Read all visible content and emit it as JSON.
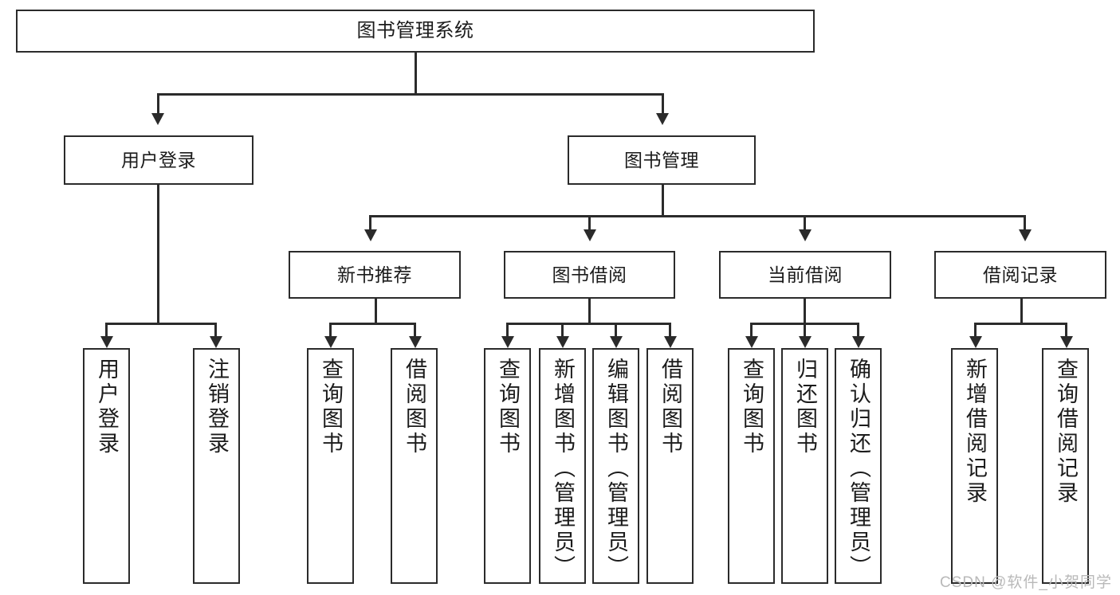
{
  "diagram": {
    "type": "tree-hierarchy-flowchart",
    "title": "图书管理系统",
    "watermark": "CSDN @软件_小贺同学",
    "colors": {
      "box_border": "#2b2b2b",
      "box_fill": "#ffffff",
      "connector": "#2b2b2b",
      "text": "#1b1b1b",
      "watermark": "#b9b9b9"
    },
    "levels": {
      "root": {
        "label": "图书管理系统"
      },
      "level2": [
        {
          "label": "用户登录"
        },
        {
          "label": "图书管理"
        }
      ],
      "level3": [
        {
          "label": "新书推荐"
        },
        {
          "label": "图书借阅"
        },
        {
          "label": "当前借阅"
        },
        {
          "label": "借阅记录"
        }
      ],
      "leaves": [
        {
          "label": "用户登录",
          "parent": "用户登录"
        },
        {
          "label": "注销登录",
          "parent": "用户登录"
        },
        {
          "label": "查询图书",
          "parent": "新书推荐"
        },
        {
          "label": "借阅图书",
          "parent": "新书推荐"
        },
        {
          "label": "查询图书",
          "parent": "图书借阅"
        },
        {
          "label": "新增图书（管理员）",
          "parent": "图书借阅"
        },
        {
          "label": "编辑图书（管理员）",
          "parent": "图书借阅"
        },
        {
          "label": "借阅图书",
          "parent": "图书借阅"
        },
        {
          "label": "查询图书",
          "parent": "当前借阅"
        },
        {
          "label": "归还图书",
          "parent": "当前借阅"
        },
        {
          "label": "确认归还（管理员）",
          "parent": "当前借阅"
        },
        {
          "label": "新增借阅记录",
          "parent": "借阅记录"
        },
        {
          "label": "查询借阅记录",
          "parent": "借阅记录"
        }
      ]
    }
  }
}
